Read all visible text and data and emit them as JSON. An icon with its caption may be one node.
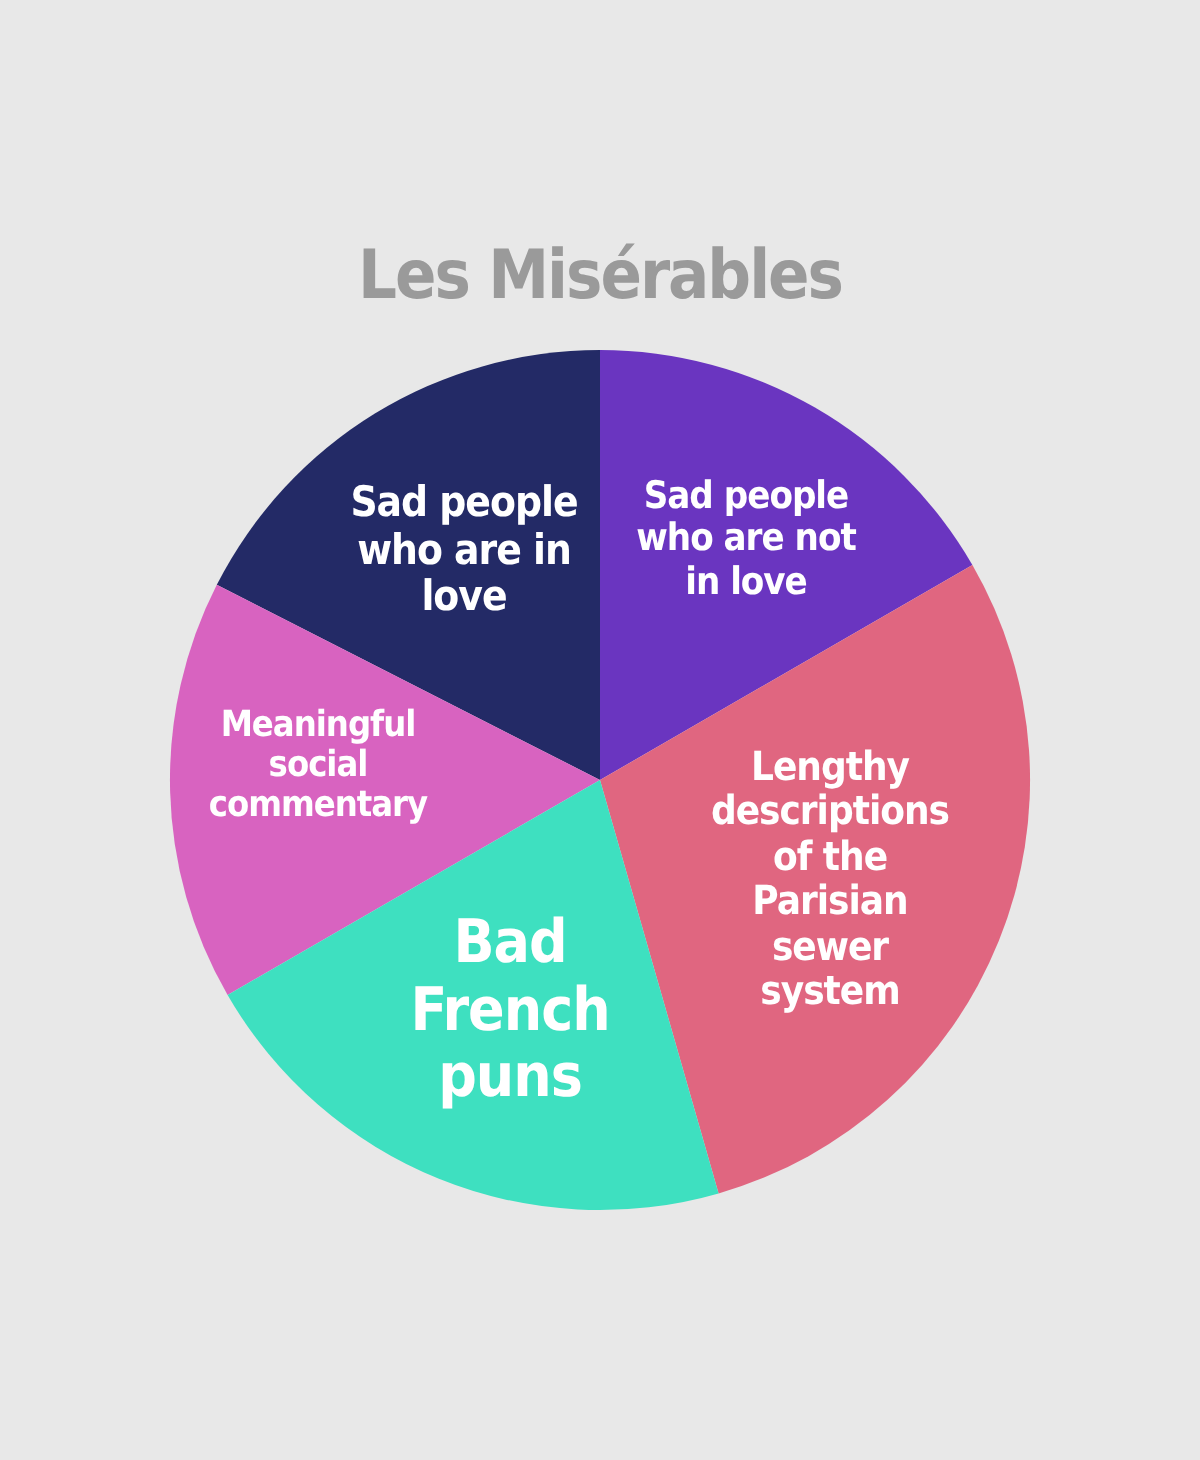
{
  "diagram": {
    "title": "Les Misérables",
    "nodes": [
      {
        "text": [
          "Sad people who are in love"
        ]
      },
      {
        "text": [
          "Sad people who are not in love"
        ]
      },
      {
        "text": [
          "Meaningful social commentary"
        ]
      },
      {
        "text": [
          "Lengthy descriptions of the Parisian sewer system"
        ]
      },
      {
        "text": [
          "Bad French puns"
        ]
      }
    ],
    "edges": []
  }
}
